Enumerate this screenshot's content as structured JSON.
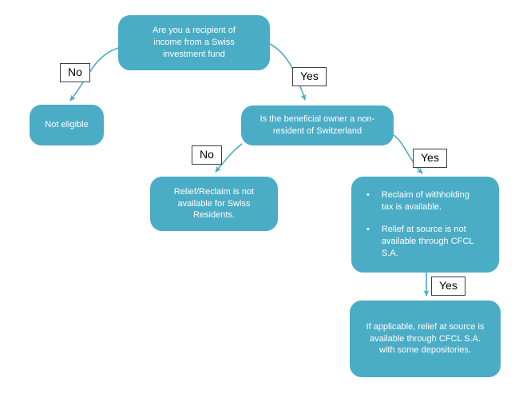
{
  "colors": {
    "canvas_background": "#FFFFFF",
    "node_fill": "#4BACC6",
    "node_text": "#FFFFFF",
    "connector": "#4BACC6",
    "label_background": "#FFFFFF",
    "label_border": "#3F3F3F",
    "label_text": "#000000"
  },
  "flowchart": {
    "nodes": {
      "q_recipient": {
        "text": "Are you a recipient of income from a Swiss investment fund"
      },
      "not_eligible": {
        "text": "Not eligible"
      },
      "q_beneficial_owner": {
        "text": "Is the beneficial owner a non-resident of Switzerland"
      },
      "swiss_residents": {
        "text": "Relief/Reclaim is not available for Swiss Residents."
      },
      "non_resident_outcome": {
        "bullets": [
          "Reclaim of withholding tax is available.",
          "Relief at source is not available through CFCL S.A."
        ]
      },
      "relief_at_source": {
        "text": "If applicable, relief at source is available through CFCL S.A. with some depositories."
      }
    },
    "edge_labels": {
      "recipient_no": "No",
      "recipient_yes": "Yes",
      "owner_no": "No",
      "owner_yes": "Yes",
      "outcome_yes": "Yes"
    }
  }
}
